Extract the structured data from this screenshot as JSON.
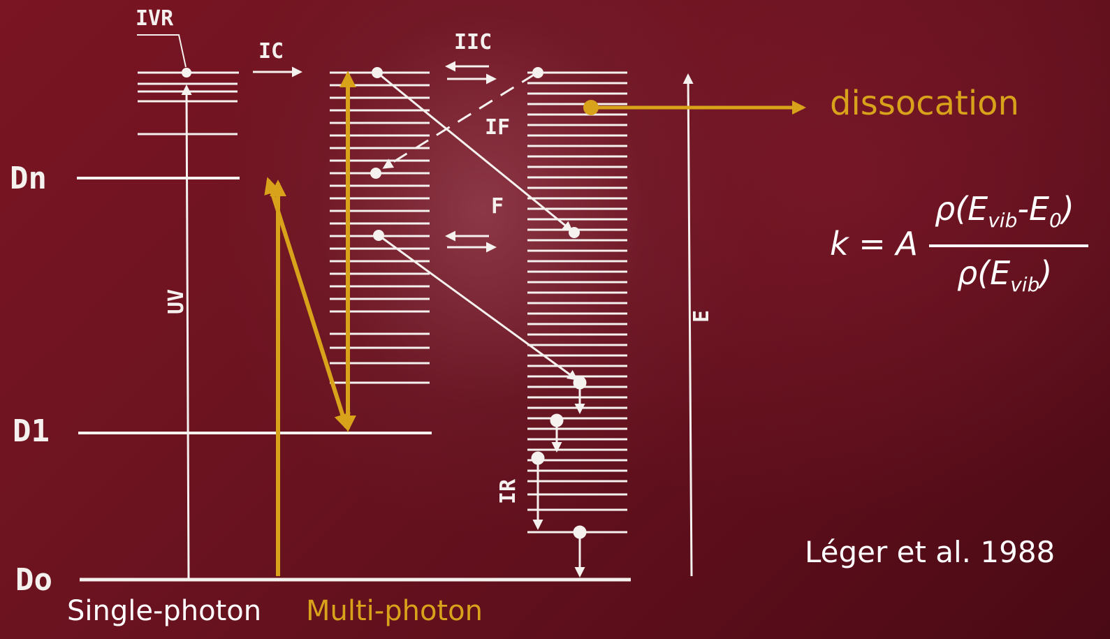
{
  "levels": {
    "dn": "Dn",
    "d1": "D1",
    "d0": "Do"
  },
  "process_labels": {
    "ivr": "IVR",
    "ic": "IC",
    "iic": "IIC",
    "if": "IF",
    "f": "F",
    "uv": "UV",
    "ir": "IR",
    "e": "E"
  },
  "dissociation_label": "dissocation",
  "formula": {
    "k": "k",
    "equals": " = ",
    "a": "A",
    "rho": "ρ(E",
    "vib": "vib",
    "minus": "-E",
    "zero": "0",
    "close": ")"
  },
  "citation": "Léger et al. 1988",
  "photon_labels": {
    "single": "Single-photon",
    "multi": "Multi-photon"
  },
  "colors": {
    "background": "#6b1320",
    "diagram_lines": "#f4f1ee",
    "highlight": "#d9a21b"
  }
}
